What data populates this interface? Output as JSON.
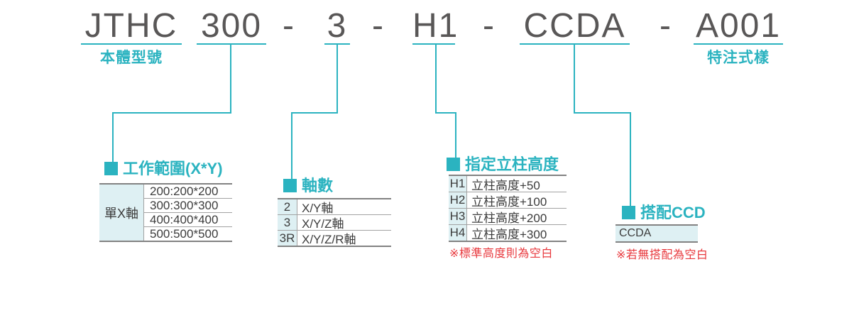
{
  "title_code": {
    "separator": "-",
    "segments": [
      {
        "text": "JTHC",
        "label": "本體型號"
      },
      {
        "text": "300"
      },
      {
        "text": "3"
      },
      {
        "text": "H1"
      },
      {
        "text": "CCDA"
      },
      {
        "text": "A001",
        "label": "特注式樣"
      }
    ]
  },
  "sections": [
    {
      "title": "工作範圍(X*Y)",
      "row_header": "單X軸",
      "rows": [
        "200:200*200",
        "300:300*300",
        "400:400*400",
        "500:500*500"
      ]
    },
    {
      "title": "軸數",
      "rows": [
        {
          "code": "2",
          "desc": "X/Y軸"
        },
        {
          "code": "3",
          "desc": "X/Y/Z軸"
        },
        {
          "code": "3R",
          "desc": "X/Y/Z/R軸"
        }
      ]
    },
    {
      "title": "指定立柱高度",
      "rows": [
        {
          "code": "H1",
          "desc": "立柱高度+50"
        },
        {
          "code": "H2",
          "desc": "立柱高度+100"
        },
        {
          "code": "H3",
          "desc": "立柱高度+200"
        },
        {
          "code": "H4",
          "desc": "立柱高度+300"
        }
      ],
      "note": "※標準高度則為空白"
    },
    {
      "title": "搭配CCD",
      "rows": [
        {
          "code": "CCDA"
        }
      ],
      "note": "※若無搭配為空白"
    }
  ],
  "colors": {
    "teal": "#2bb3c0",
    "light_cell_bg": "#def0f3",
    "note_red": "#e8383d",
    "code_gray": "#595757"
  }
}
